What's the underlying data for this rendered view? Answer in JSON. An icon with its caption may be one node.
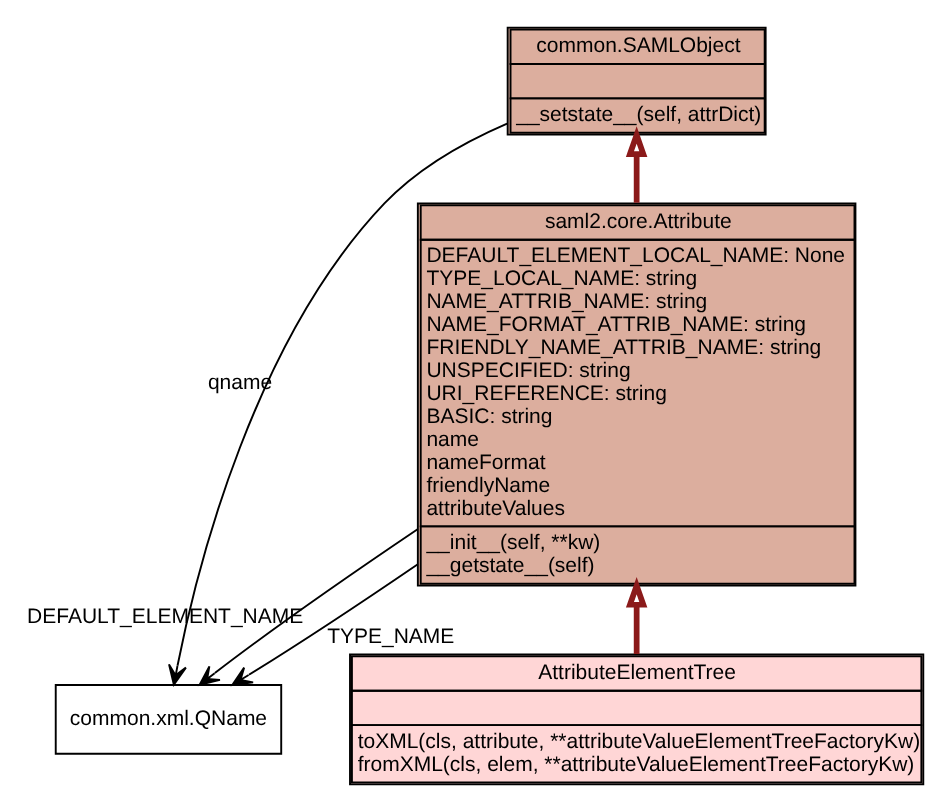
{
  "diagram": {
    "nodes": [
      {
        "text": [
          "common.SAMLObject",
          "__setstate__(self, attrDict)"
        ]
      },
      {
        "text": [
          "saml2.core.Attribute",
          "DEFAULT_ELEMENT_LOCAL_NAME: None",
          "TYPE_LOCAL_NAME: string",
          "NAME_ATTRIB_NAME: string",
          "NAME_FORMAT_ATTRIB_NAME: string",
          "FRIENDLY_NAME_ATTRIB_NAME: string",
          "UNSPECIFIED: string",
          "URI_REFERENCE: string",
          "BASIC: string",
          "name",
          "nameFormat",
          "friendlyName",
          "attributeValues",
          "__init__(self, **kw)",
          "__getstate__(self)"
        ]
      },
      {
        "text": [
          "AttributeElementTree",
          "toXML(cls, attribute, **attributeValueElementTreeFactoryKw)",
          "fromXML(cls, elem, **attributeValueElementTreeFactoryKw)"
        ]
      },
      {
        "text": [
          "common.xml.QName"
        ]
      }
    ],
    "edges": [
      {
        "from": 1,
        "to": 0,
        "arrow": "to",
        "style": "thick",
        "color": "#8b1a1a"
      },
      {
        "from": 0,
        "to": 3,
        "arrow": "to",
        "label": "qname"
      },
      {
        "from": 1,
        "to": 3,
        "arrow": "to",
        "label": "DEFAULT_ELEMENT_NAME"
      },
      {
        "from": 1,
        "to": 3,
        "arrow": "to",
        "label": "TYPE_NAME"
      },
      {
        "from": 2,
        "to": 1,
        "arrow": "to",
        "style": "thick",
        "color": "#8b1a1a"
      }
    ]
  }
}
